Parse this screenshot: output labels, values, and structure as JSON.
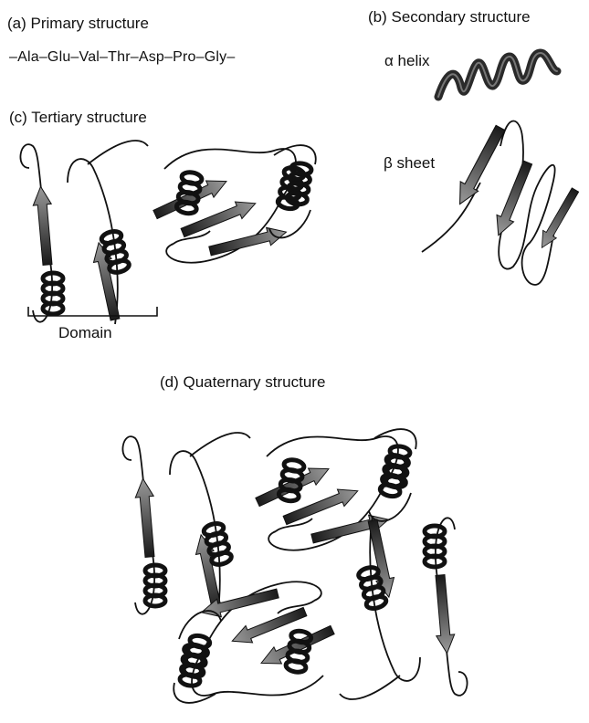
{
  "panels": {
    "primary": {
      "label": "(a) Primary structure",
      "sequence": "–Ala–Glu–Val–Thr–Asp–Pro–Gly–"
    },
    "secondary": {
      "label": "(b) Secondary structure",
      "helix_label": "α helix",
      "sheet_label": "β sheet"
    },
    "tertiary": {
      "label": "(c) Tertiary structure",
      "domain_label": "Domain"
    },
    "quaternary": {
      "label": "(d) Quaternary structure"
    }
  },
  "colors": {
    "ink": "#111111",
    "ribbon": "#2a2a2a",
    "arrow_light": "#9a9a9a"
  },
  "icons": {
    "helix": "alpha-helix-ribbon-icon",
    "strand": "beta-strand-arrow-icon"
  }
}
